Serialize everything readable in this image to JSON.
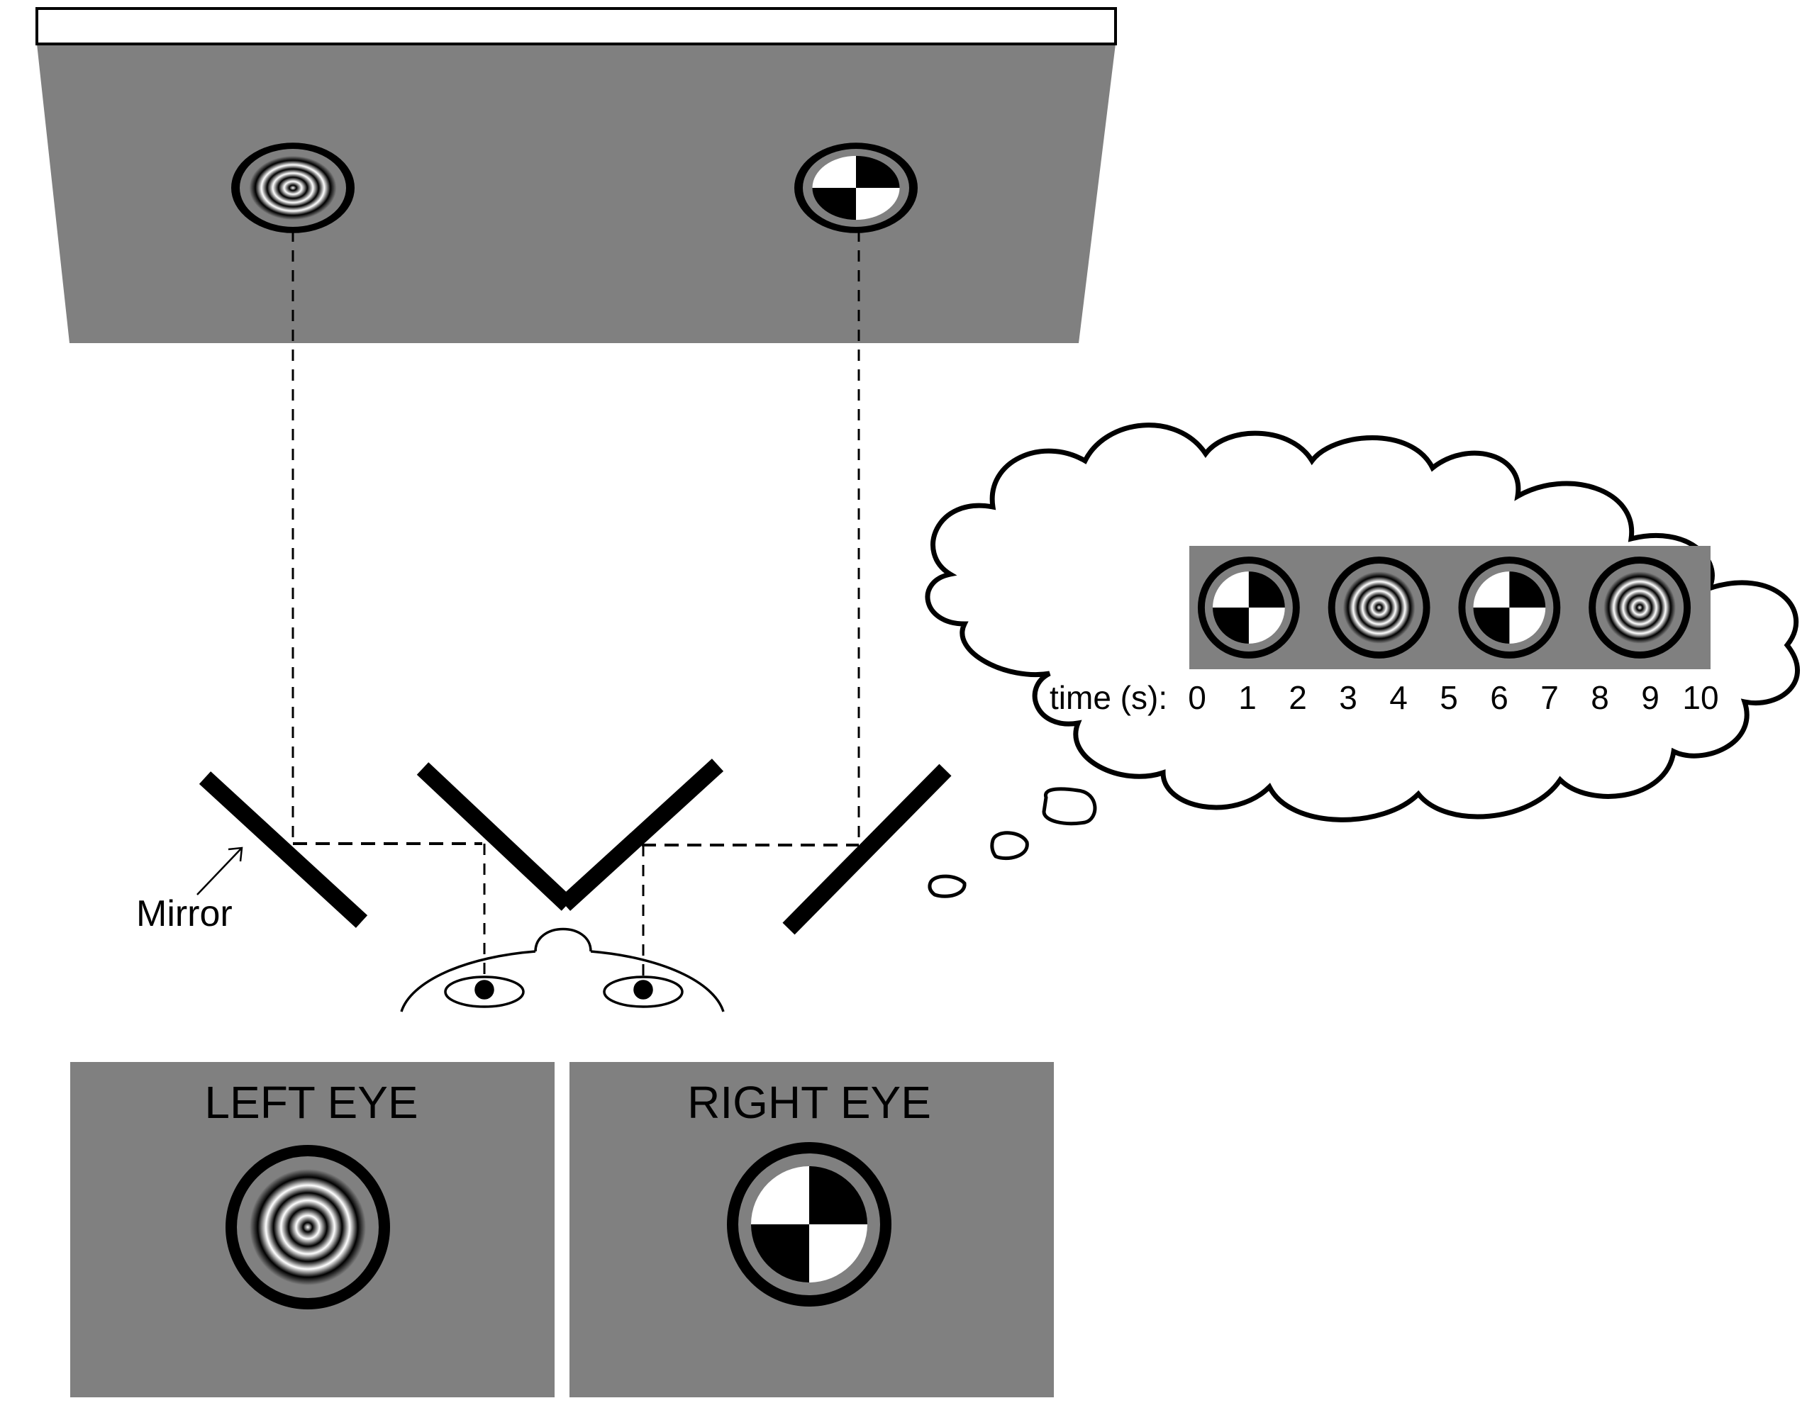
{
  "screen": {
    "left_stimulus": "concentric-rings",
    "right_stimulus": "checkerboard-quadrants"
  },
  "labels": {
    "mirror": "Mirror",
    "left_eye": "LEFT EYE",
    "right_eye": "RIGHT EYE"
  },
  "thought": {
    "sequence": [
      "checkerboard-quadrants",
      "concentric-rings",
      "checkerboard-quadrants",
      "concentric-rings"
    ],
    "time_label": "time (s):",
    "time_ticks": [
      "0",
      "1",
      "2",
      "3",
      "4",
      "5",
      "6",
      "7",
      "8",
      "9",
      "10"
    ]
  },
  "colors": {
    "panel_gray": "#808080",
    "ink": "#000000",
    "paper": "#ffffff"
  }
}
